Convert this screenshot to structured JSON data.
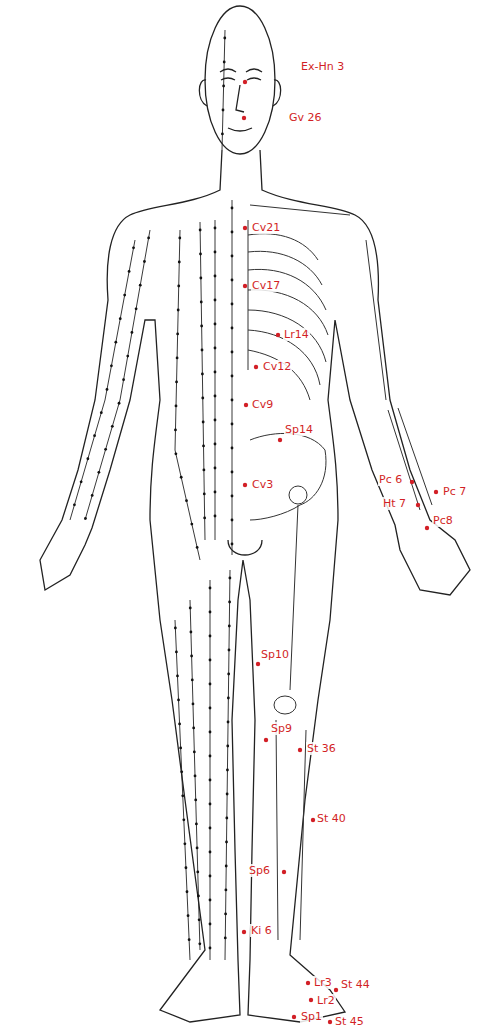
{
  "diagram": {
    "labels": [
      "Ex-Hn 3",
      "Gv 26",
      "Cv21",
      "Cv17",
      "Lr14",
      "Cv12",
      "Cv9",
      "Sp14",
      "Cv3",
      "Pc 6",
      "Pc 7",
      "Ht 7",
      "Pc8",
      "Sp10",
      "Sp9",
      "St 36",
      "St 40",
      "Sp6",
      "Ki 6",
      "Lr3",
      "St 44",
      "Lr2",
      "Sp1",
      "St 45"
    ]
  }
}
